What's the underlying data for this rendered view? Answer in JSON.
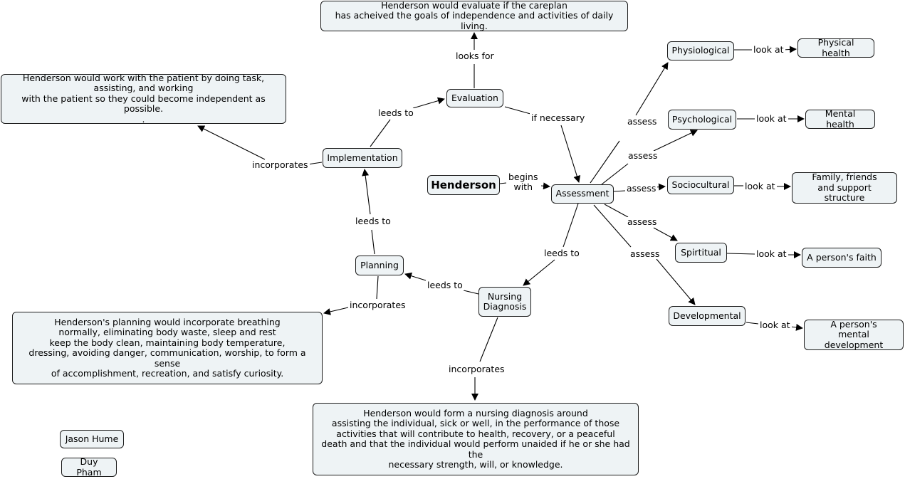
{
  "colors": {
    "node_fill": "#eef3f5",
    "node_border": "#1c1c1c",
    "link": "#000000",
    "background": "#ffffff"
  },
  "nodes": {
    "evaluation_note": "Henderson would evaluate if the careplan\nhas acheived the goals of independence and activities of daily living.",
    "implementation_note": "Henderson would work with the patient by doing task,\nassisting, and working\nwith the patient so they could become independent as possible.\n.",
    "evaluation": "Evaluation",
    "implementation": "Implementation",
    "henderson": "Henderson",
    "assessment": "Assessment",
    "planning": "Planning",
    "nursing_diagnosis": "Nursing\nDiagnosis",
    "planning_note": "Henderson's planning would incorporate breathing\nnormally, eliminating body waste, sleep and rest\nkeep the body clean, maintaining body temperature,\ndressing, avoiding danger, communication, worship, to form a sense\nof accomplishment, recreation, and satisfy curiosity.",
    "diagnosis_note": "Henderson would form a nursing diagnosis around\nassisting the individual, sick or well, in the performance of those\nactivities that will contribute to health, recovery, or a peaceful\ndeath and that the individual would perform unaided if he or she had the\nnecessary strength, will, or knowledge.",
    "physiological": "Physiological",
    "psychological": "Psychological",
    "sociocultural": "Sociocultural",
    "spiritual": "Spirtitual",
    "developmental": "Developmental",
    "physical_health": "Physical health",
    "mental_health": "Mental health",
    "family": "Family, friends\nand support structure",
    "faith": "A person's faith",
    "mental_development": "A person's\nmental development",
    "author1": "Jason Hume",
    "author2": "Duy Pham"
  },
  "links": {
    "looks_for": "looks for",
    "leeds_to_eval": "leeds to",
    "if_necessary": "if necessary",
    "incorporates_impl": "incorporates",
    "begins_with": "begins\nwith",
    "leeds_to_impl": "leeds to",
    "leeds_to_diag": "leeds to",
    "leeds_to_plan": "leeds to",
    "incorporates_plan": "incorporates",
    "incorporates_diag": "incorporates",
    "assess_physio": "assess",
    "assess_psych": "assess",
    "assess_socio": "assess",
    "assess_spirit": "assess",
    "assess_dev": "assess",
    "look_at_physio": "look at",
    "look_at_psych": "look at",
    "look_at_socio": "look at",
    "look_at_spirit": "look at",
    "look_at_dev": "look at"
  }
}
